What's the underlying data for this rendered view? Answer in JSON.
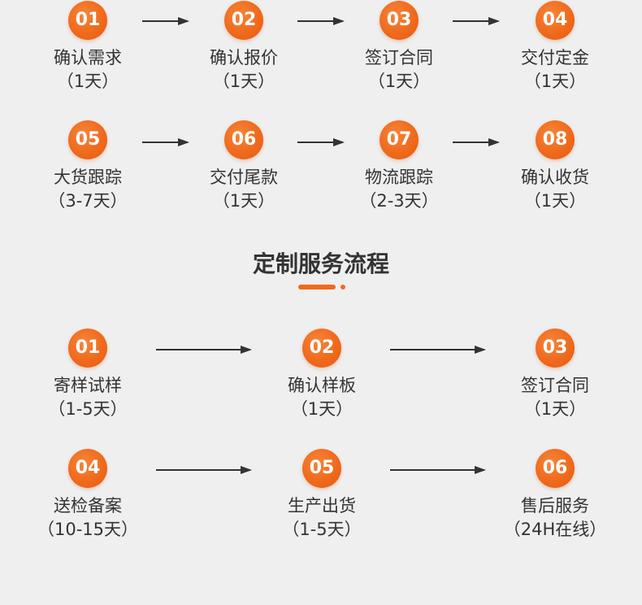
{
  "top_flow": {
    "steps": [
      {
        "num": "01",
        "label": "确认需求",
        "duration": "（1天）"
      },
      {
        "num": "02",
        "label": "确认报价",
        "duration": "（1天）"
      },
      {
        "num": "03",
        "label": "签订合同",
        "duration": "（1天）"
      },
      {
        "num": "04",
        "label": "交付定金",
        "duration": "（1天）"
      },
      {
        "num": "05",
        "label": "大货跟踪",
        "duration": "（3-7天）"
      },
      {
        "num": "06",
        "label": "交付尾款",
        "duration": "（1天）"
      },
      {
        "num": "07",
        "label": "物流跟踪",
        "duration": "（2-3天）"
      },
      {
        "num": "08",
        "label": "确认收货",
        "duration": "（1天）"
      }
    ]
  },
  "custom_section": {
    "title": "定制服务流程",
    "accent_color": "#ef6a1c",
    "steps": [
      {
        "num": "01",
        "label": "寄样试样",
        "duration": "（1-5天）"
      },
      {
        "num": "02",
        "label": "确认样板",
        "duration": "（1天）"
      },
      {
        "num": "03",
        "label": "签订合同",
        "duration": "（1天）"
      },
      {
        "num": "04",
        "label": "送检备案",
        "duration": "（10-15天）"
      },
      {
        "num": "05",
        "label": "生产出货",
        "duration": "（1-5天）"
      },
      {
        "num": "06",
        "label": "售后服务",
        "duration": "（24H在线）"
      }
    ]
  }
}
